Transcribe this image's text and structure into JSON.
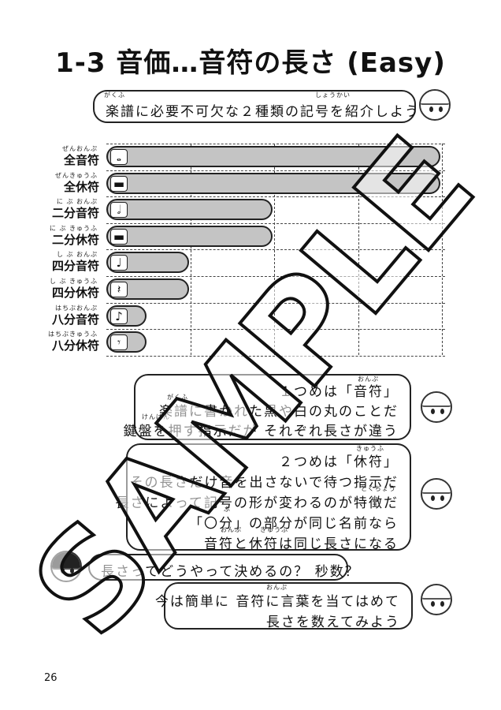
{
  "title": "1-3 音価…音符の長さ (Easy)",
  "intro": {
    "text": "楽譜に必要不可欠な２種類の記号を紹介しよう",
    "ruby": [
      "がくふ",
      "しょうかい"
    ]
  },
  "note_rows": [
    {
      "label": "全音符",
      "ruby": "ぜんおんぷ",
      "symbol": "𝅝",
      "beats": 4
    },
    {
      "label": "全休符",
      "ruby": "ぜんきゅうふ",
      "symbol": "▬",
      "beats": 4
    },
    {
      "label": "二分音符",
      "ruby": "に ぶ おんぷ",
      "symbol": "𝅗𝅥",
      "beats": 2
    },
    {
      "label": "二分休符",
      "ruby": "に ぶ きゅうふ",
      "symbol": "▬",
      "beats": 2
    },
    {
      "label": "四分音符",
      "ruby": "し ぶ おんぷ",
      "symbol": "♩",
      "beats": 1
    },
    {
      "label": "四分休符",
      "ruby": "し ぶ きゅうふ",
      "symbol": "𝄽",
      "beats": 1
    },
    {
      "label": "八分音符",
      "ruby": "はちぶおんぷ",
      "symbol": "♪",
      "beats": 0.5
    },
    {
      "label": "八分休符",
      "ruby": "はちぶきゅうふ",
      "symbol": "𝄾",
      "beats": 0.5
    }
  ],
  "bubble1": {
    "lines": [
      "１つめは「音符」",
      "楽譜に書かれた黒や白の丸のことだ",
      "鍵盤を押す指示だが それぞれ長さが違う"
    ],
    "ruby": [
      "おんぷ",
      "がくふ",
      "けんばん"
    ]
  },
  "bubble2": {
    "lines": [
      "２つめは「休符」",
      "その長さだけ音を出さないで待つ指示だ",
      "長さによって記号の形が変わるのが特徴だ",
      "「〇分」の部分が同じ名前なら",
      "音符と休符は同じ長さになる"
    ],
    "ruby": [
      "きゅうふ",
      "とくちょう",
      "ぶ",
      "おんぷ",
      "きゅうふ"
    ]
  },
  "question": {
    "text": "長さってどうやって決めるの？ 秒数？"
  },
  "bubble3": {
    "lines": [
      "今は簡単に 音符に言葉を当てはめて",
      "長さを数えてみよう"
    ],
    "ruby": [
      "おんぷ"
    ]
  },
  "watermark": "SAMPLE",
  "page_number": "26"
}
